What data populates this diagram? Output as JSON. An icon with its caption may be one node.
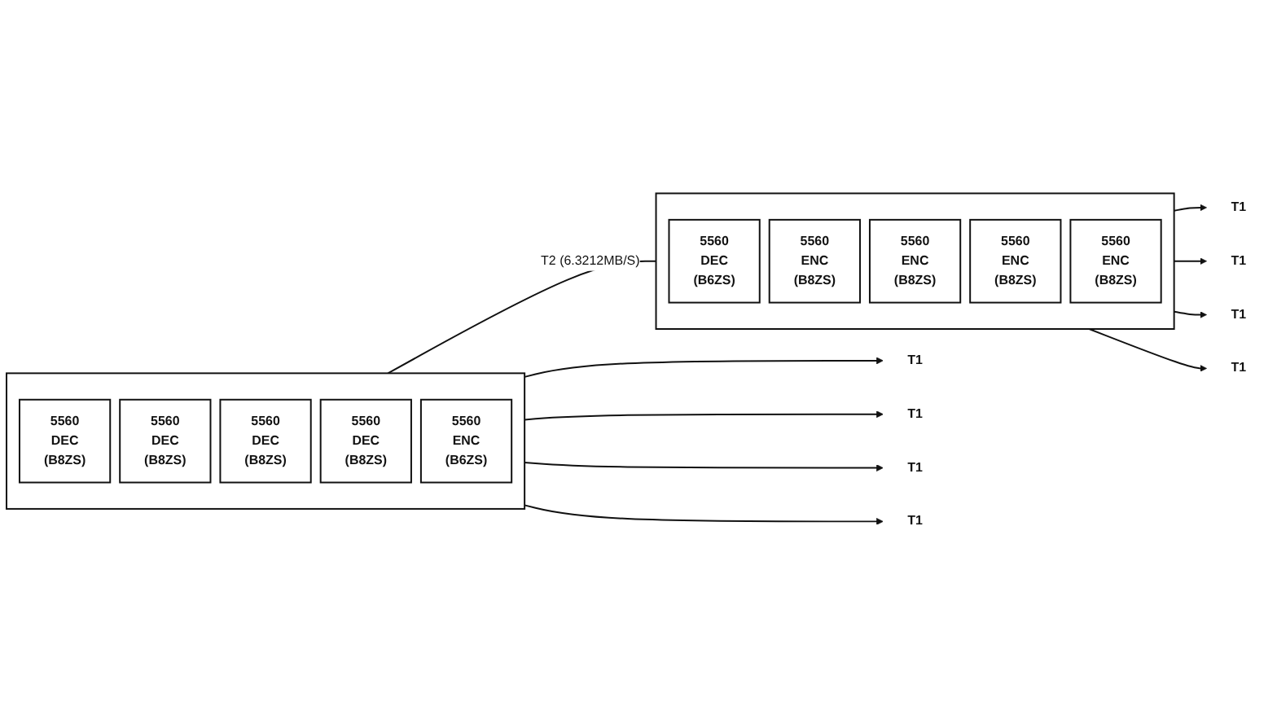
{
  "diagram": {
    "nodes": [
      {
        "text": [],
        "shape": "box"
      },
      {
        "text": [
          "5560",
          "DEC",
          "(B8ZS)"
        ],
        "in": 0
      },
      {
        "text": [
          "5560",
          "DEC",
          "(B8ZS)"
        ],
        "in": 0
      },
      {
        "text": [
          "5560",
          "DEC",
          "(B8ZS)"
        ],
        "in": 0
      },
      {
        "text": [
          "5560",
          "DEC",
          "(B8ZS)"
        ],
        "in": 0
      },
      {
        "text": [
          "5560",
          "ENC",
          "(B6ZS)"
        ],
        "in": 0
      },
      {
        "text": [],
        "shape": "box"
      },
      {
        "text": [
          "5560",
          "DEC",
          "(B6ZS)"
        ],
        "in": 6
      },
      {
        "text": [
          "5560",
          "ENC",
          "(B8ZS)"
        ],
        "in": 6
      },
      {
        "text": [
          "5560",
          "ENC",
          "(B8ZS)"
        ],
        "in": 6
      },
      {
        "text": [
          "5560",
          "ENC",
          "(B8ZS)"
        ],
        "in": 6
      },
      {
        "text": [
          "5560",
          "ENC",
          "(B8ZS)"
        ],
        "in": 6
      },
      {
        "text": [
          "T1"
        ]
      },
      {
        "text": [
          "T1"
        ]
      },
      {
        "text": [
          "T1"
        ]
      },
      {
        "text": [
          "T1"
        ]
      },
      {
        "text": [
          "T1"
        ]
      },
      {
        "text": [
          "T1"
        ]
      },
      {
        "text": [
          "T1"
        ]
      },
      {
        "text": [
          "T1"
        ]
      }
    ],
    "edges": [
      {
        "from": 0,
        "to": 12,
        "arrow": "to"
      },
      {
        "from": 0,
        "to": 13,
        "arrow": "to"
      },
      {
        "from": 0,
        "to": 14,
        "arrow": "to"
      },
      {
        "from": 0,
        "to": 15,
        "arrow": "to"
      },
      {
        "from": 0,
        "to": 6,
        "arrow": "none",
        "label": "T2 (6.3212MB/S)"
      },
      {
        "from": 6,
        "to": 16,
        "arrow": "to"
      },
      {
        "from": 6,
        "to": 17,
        "arrow": "to"
      },
      {
        "from": 6,
        "to": 18,
        "arrow": "to"
      },
      {
        "from": 6,
        "to": 19,
        "arrow": "to"
      }
    ]
  }
}
